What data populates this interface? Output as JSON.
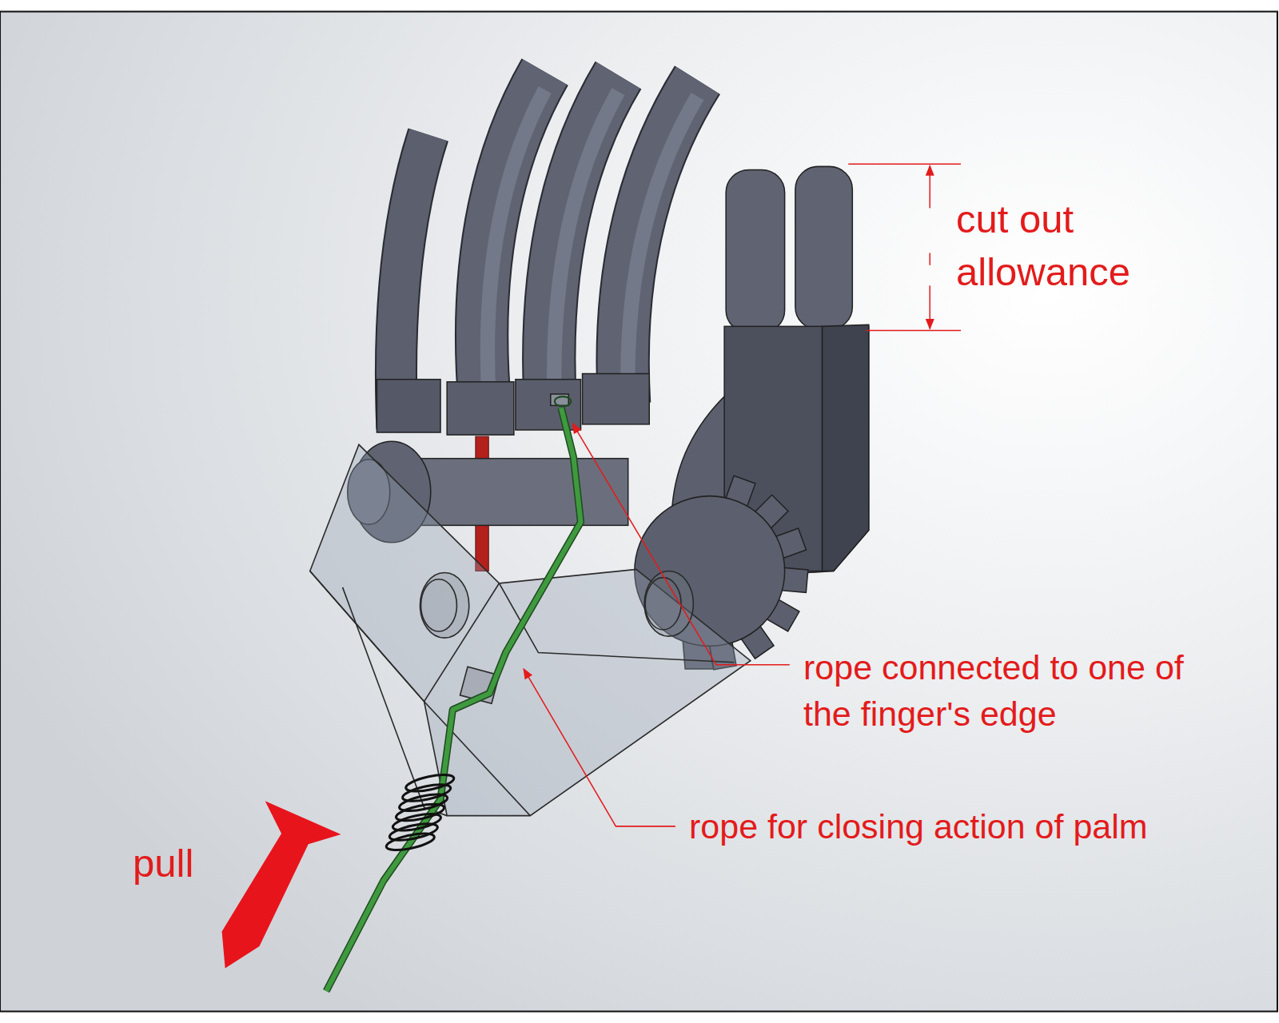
{
  "diagram": {
    "labels": [
      "cut out allowance",
      "rope connected to one of the finger's edge",
      "rope for closing action of palm",
      "pull"
    ]
  }
}
